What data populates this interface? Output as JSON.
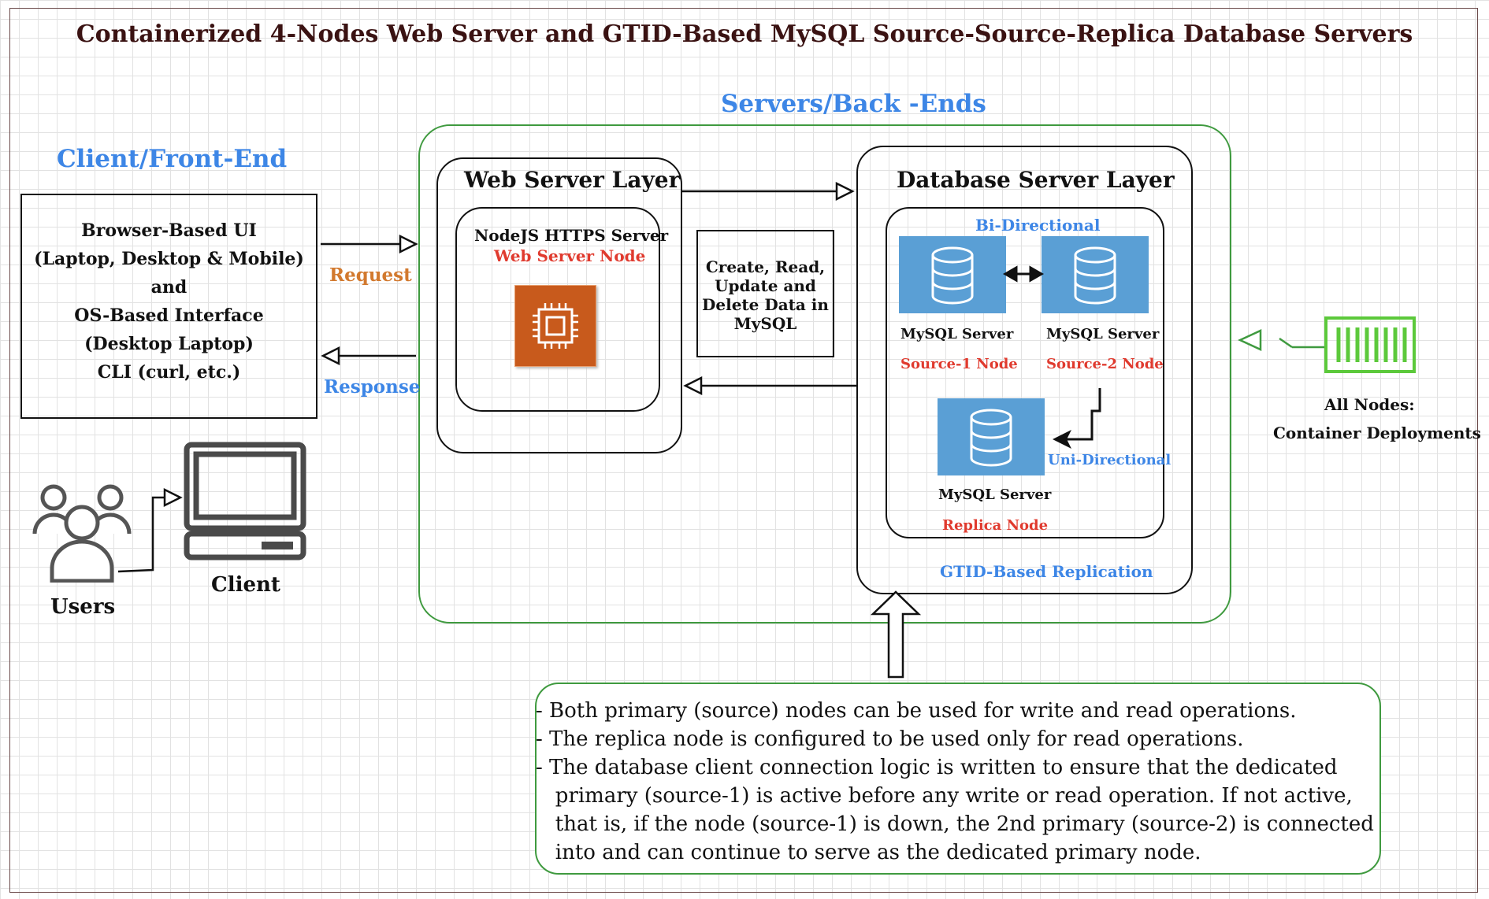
{
  "title": "Containerized 4-Nodes Web Server and  GTID-Based MySQL  Source-Source-Replica Database Servers",
  "client_section": {
    "label": "Client/Front-End",
    "box_lines": [
      "Browser-Based UI",
      "(Laptop, Desktop & Mobile)",
      "and",
      "OS-Based Interface",
      "(Desktop Laptop)",
      "CLI (curl, etc.)"
    ],
    "users_label": "Users",
    "client_label": "Client",
    "request_label": "Request",
    "response_label": "Response"
  },
  "servers_section": {
    "label": "Servers/Back -Ends",
    "web_layer": {
      "title": "Web Server Layer",
      "server_name": "NodeJS HTTPS Server",
      "node_name": "Web Server Node"
    },
    "crud_lines": [
      "Create, Read,",
      "Update and",
      "Delete Data in",
      "MySQL"
    ],
    "db_layer": {
      "title": "Database Server Layer",
      "bidirectional": "Bi-Directional",
      "unidirectional": "Uni-Directional",
      "gtid": "GTID-Based Replication",
      "source1_server": "MySQL Server",
      "source1_node": "Source-1 Node",
      "source2_server": "MySQL Server",
      "source2_node": "Source-2 Node",
      "replica_server": "MySQL Server",
      "replica_node": "Replica Node"
    }
  },
  "container_section": {
    "line1": "All Nodes:",
    "line2": "Container Deployments"
  },
  "notes": [
    "- Both primary (source) nodes can be used for write and read operations.",
    "- The replica node is configured to be used only for read operations.",
    "- The database client connection logic is written to ensure that the dedicated",
    "   primary (source-1) is active before any write or read operation. If not active,",
    "   that is, if the node (source-1) is down, the 2nd primary (source-2) is connected",
    "   into and can continue to serve as the dedicated primary node."
  ],
  "colors": {
    "section_blue": "#3d86e6",
    "node_red": "#e03a2e",
    "request_orange": "#d2792e",
    "green_border": "#3f9a3f",
    "db_icon_blue": "#5a9fd5",
    "chip_orange": "#c85a1c",
    "container_green": "#5cc93b"
  },
  "icons": [
    "users-icon",
    "computer-icon",
    "processor-chip-icon",
    "database-icon",
    "container-icon"
  ]
}
